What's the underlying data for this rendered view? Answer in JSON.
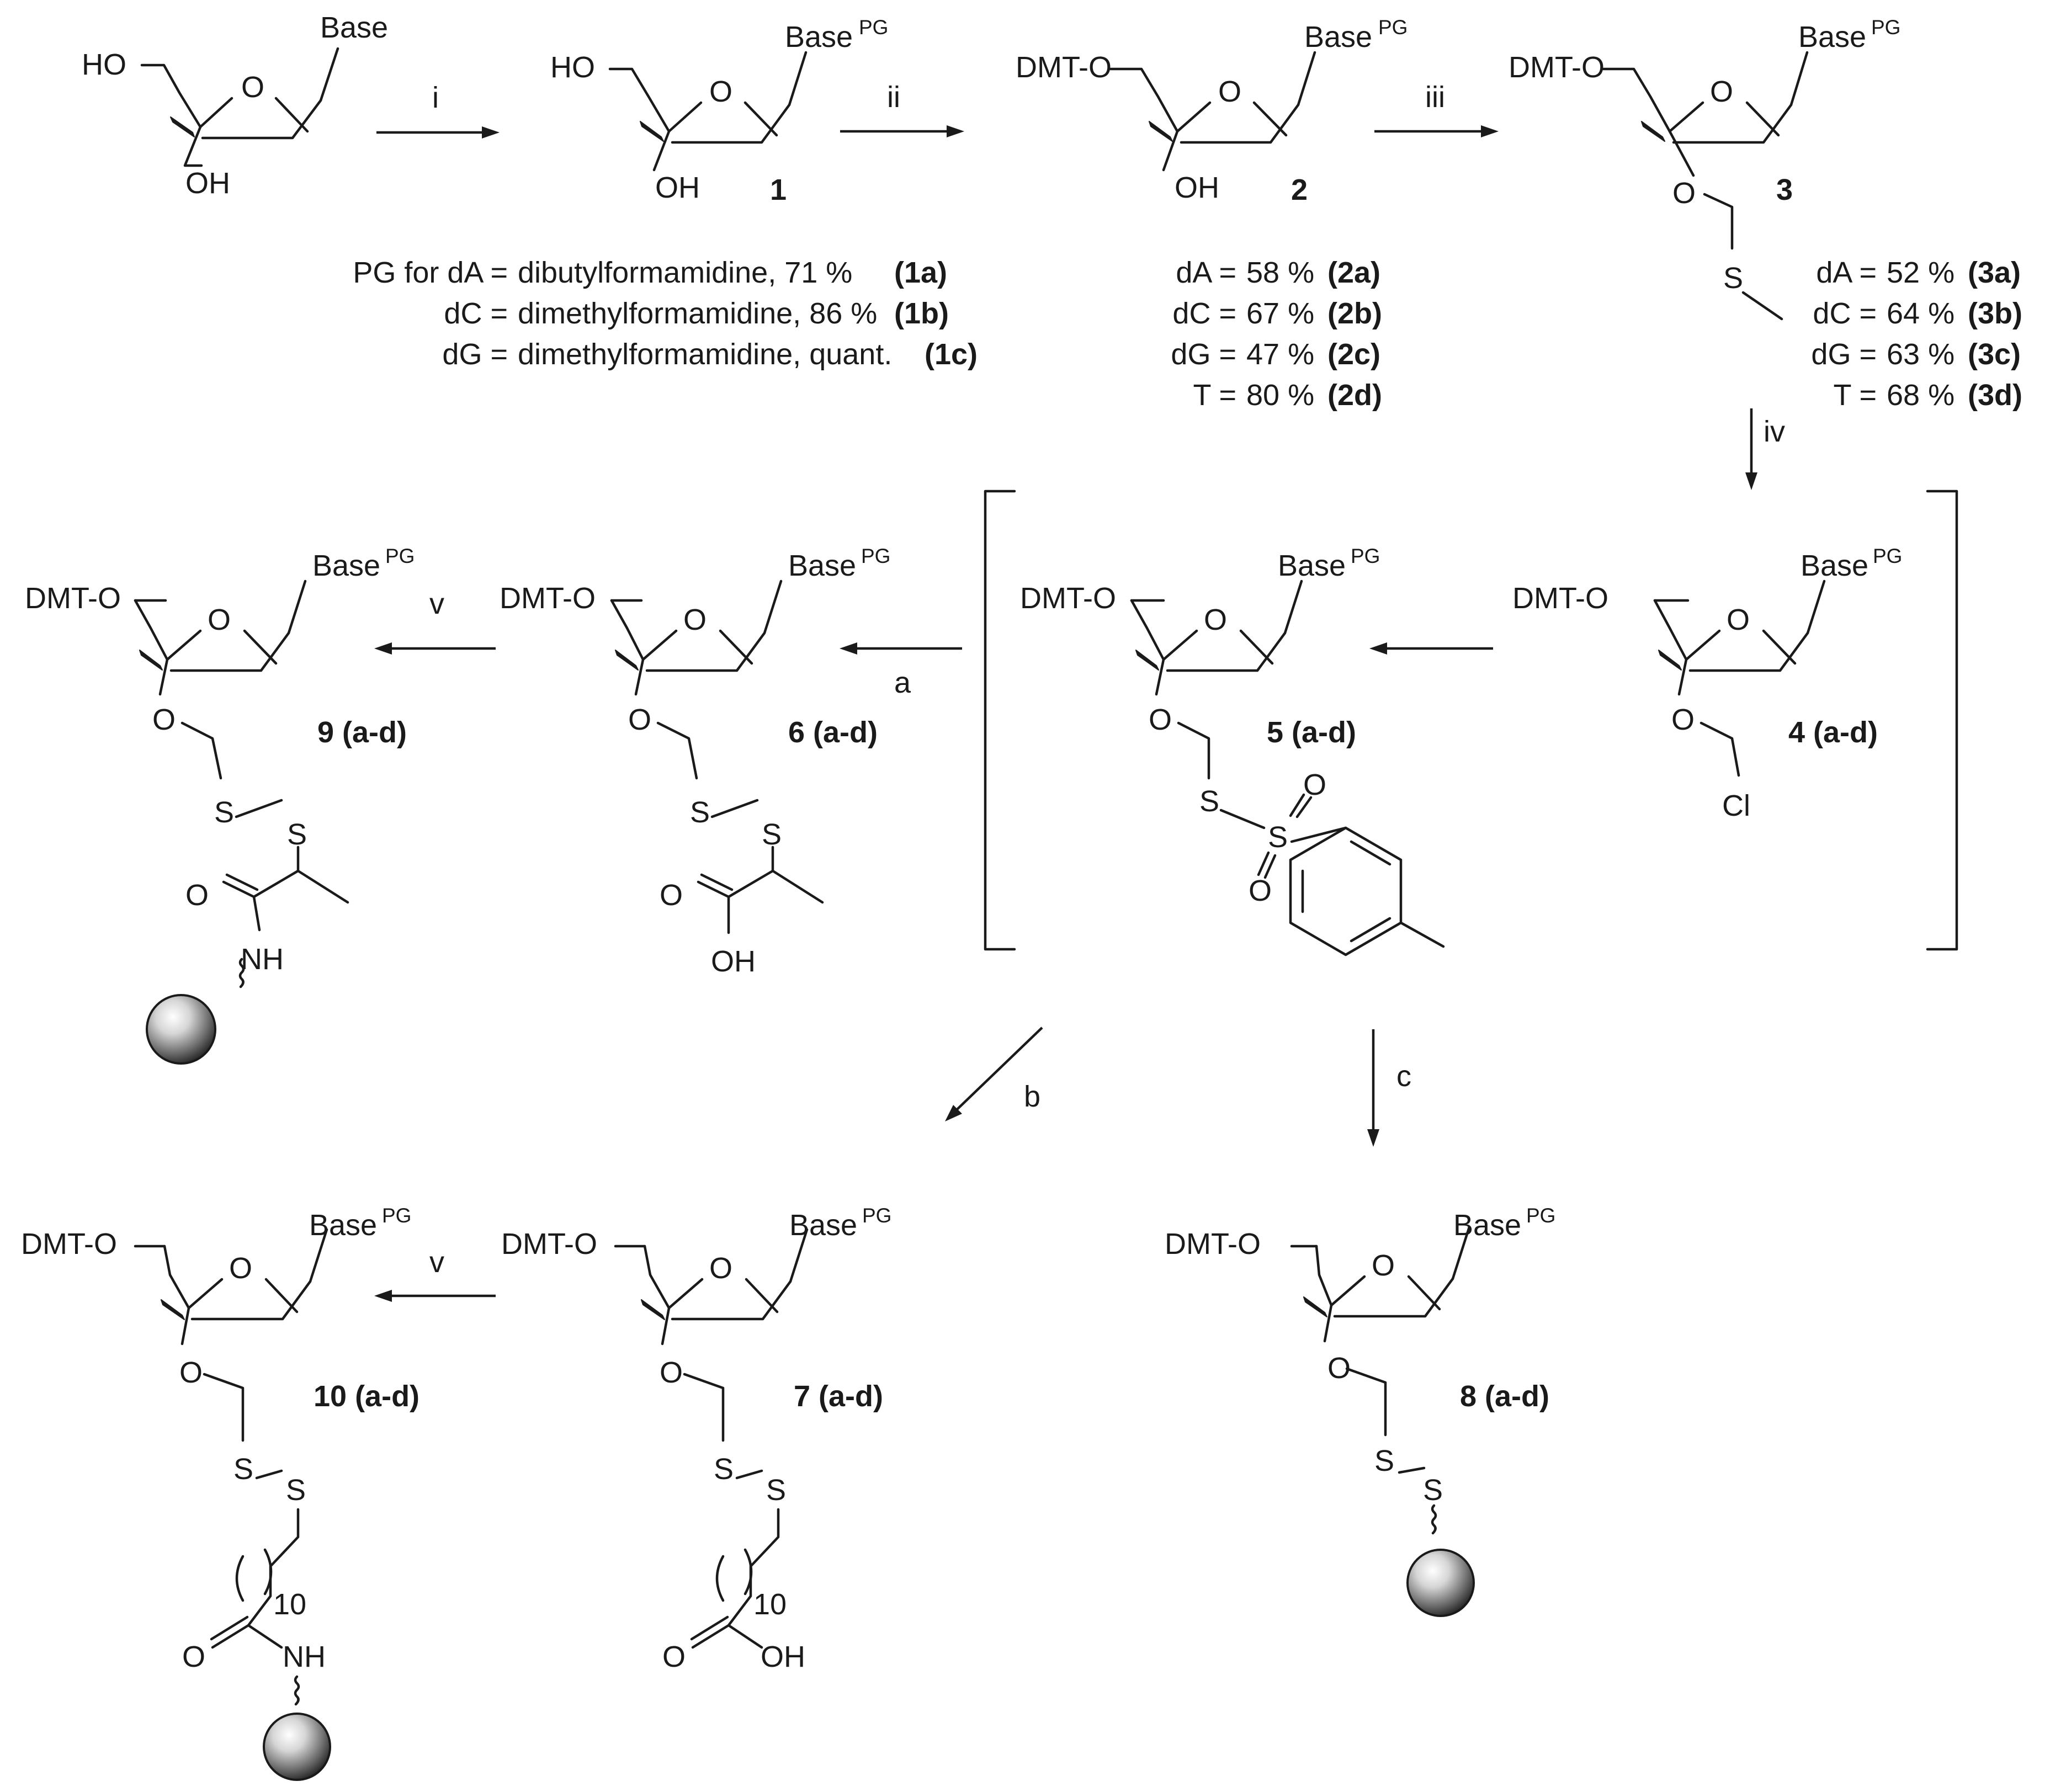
{
  "atoms": {
    "O": "O",
    "OH": "OH",
    "HO": "HO",
    "S": "S",
    "Cl": "Cl",
    "NH": "NH",
    "dmt_o": "DMT-O",
    "base": "Base",
    "pg": "PG",
    "ten": "10"
  },
  "compounds": {
    "c1": "1",
    "c2": "2",
    "c3": "3",
    "c4": "4 (a-d)",
    "c5": "5 (a-d)",
    "c6": "6 (a-d)",
    "c7": "7 (a-d)",
    "c8": "8 (a-d)",
    "c9": "9 (a-d)",
    "c10": "10 (a-d)"
  },
  "reagents": {
    "i": "i",
    "ii": "ii",
    "iii": "iii",
    "iv": "iv",
    "v": "v",
    "a": "a",
    "b": "b",
    "c": "c"
  },
  "yields_1": [
    {
      "prefix": "PG for dA =",
      "text": "dibutylformamidine, 71 %",
      "tag": "(1a)"
    },
    {
      "prefix": "dC =",
      "text": "dimethylformamidine, 86 %",
      "tag": "(1b)"
    },
    {
      "prefix": "dG =",
      "text": "dimethylformamidine, quant.",
      "tag": "(1c)"
    }
  ],
  "yields_2": [
    {
      "prefix": "dA =",
      "text": "58 %",
      "tag": "(2a)"
    },
    {
      "prefix": "dC =",
      "text": "67 %",
      "tag": "(2b)"
    },
    {
      "prefix": "dG =",
      "text": "47 %",
      "tag": "(2c)"
    },
    {
      "prefix": "T =",
      "text": "80 %",
      "tag": "(2d)"
    }
  ],
  "yields_3": [
    {
      "prefix": "dA =",
      "text": "52 %",
      "tag": "(3a)"
    },
    {
      "prefix": "dC =",
      "text": "64 %",
      "tag": "(3b)"
    },
    {
      "prefix": "dG =",
      "text": "63 %",
      "tag": "(3c)"
    },
    {
      "prefix": "T =",
      "text": "68 %",
      "tag": "(3d)"
    }
  ]
}
